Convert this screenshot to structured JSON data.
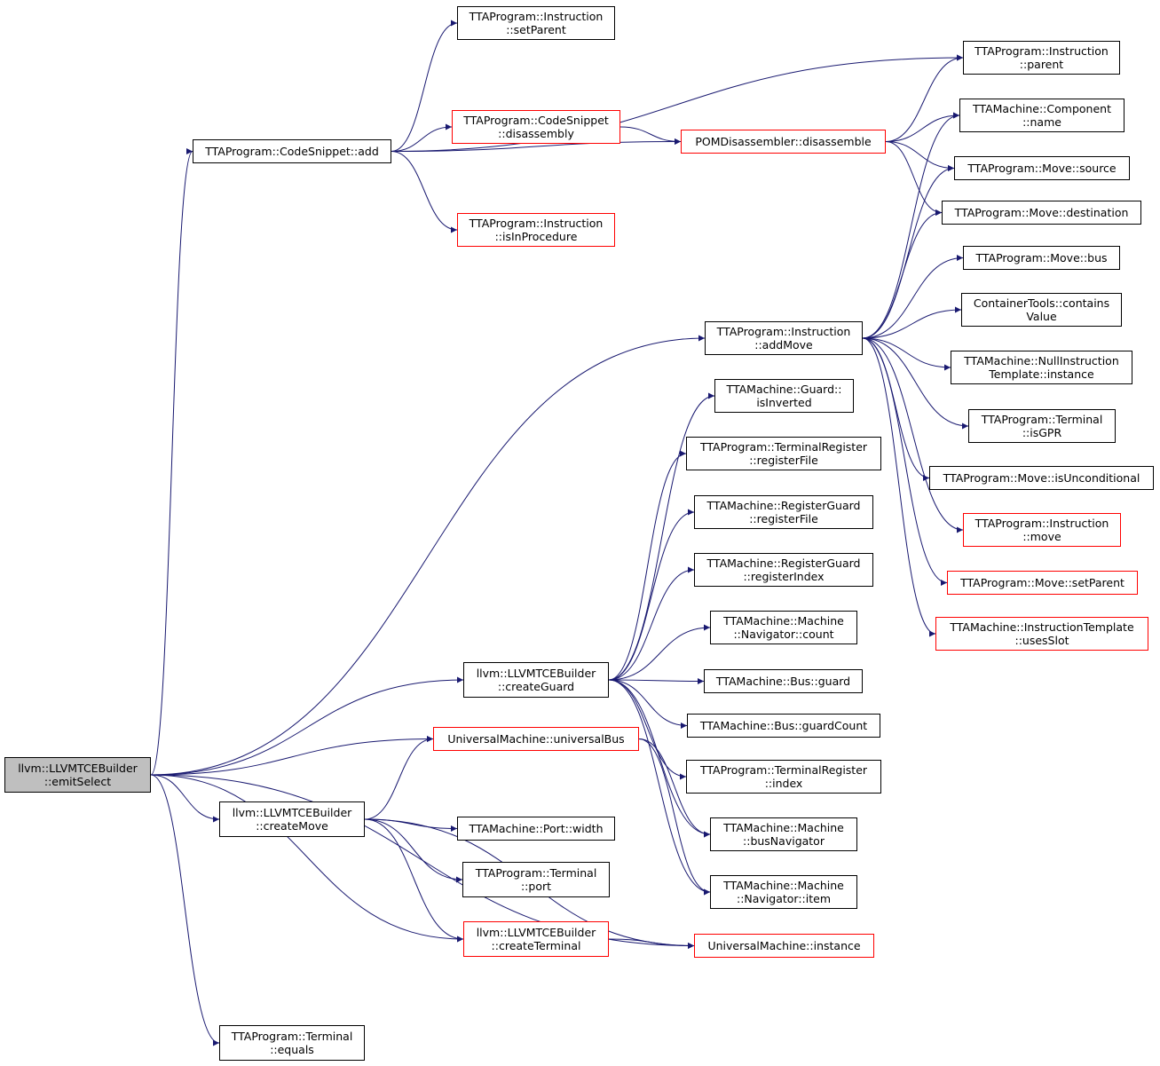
{
  "colors": {
    "edge": "#191970",
    "border_default": "#000000",
    "border_truncated": "#ff0000",
    "root_fill": "#bfbfbf"
  },
  "nodes": {
    "emitSelect": {
      "lines": [
        "llvm::LLVMTCEBuilder",
        "::emitSelect"
      ],
      "style": "root"
    },
    "codeSnippetAdd": {
      "lines": [
        "TTAProgram::CodeSnippet::add"
      ],
      "style": "normal"
    },
    "instrSetParent": {
      "lines": [
        "TTAProgram::Instruction",
        "::setParent"
      ],
      "style": "normal"
    },
    "instrParent": {
      "lines": [
        "TTAProgram::Instruction",
        "::parent"
      ],
      "style": "normal"
    },
    "codeSnippetDisassembly": {
      "lines": [
        "TTAProgram::CodeSnippet",
        "::disassembly"
      ],
      "style": "red"
    },
    "pomDisassemble": {
      "lines": [
        "POMDisassembler::disassemble"
      ],
      "style": "red"
    },
    "componentName": {
      "lines": [
        "TTAMachine::Component",
        "::name"
      ],
      "style": "normal"
    },
    "moveSource": {
      "lines": [
        "TTAProgram::Move::source"
      ],
      "style": "normal"
    },
    "moveDestination": {
      "lines": [
        "TTAProgram::Move::destination"
      ],
      "style": "normal"
    },
    "moveBus": {
      "lines": [
        "TTAProgram::Move::bus"
      ],
      "style": "normal"
    },
    "containsValue": {
      "lines": [
        "ContainerTools::contains",
        "Value"
      ],
      "style": "normal"
    },
    "nullInstrTemplate": {
      "lines": [
        "TTAMachine::NullInstruction",
        "Template::instance"
      ],
      "style": "normal"
    },
    "terminalIsGPR": {
      "lines": [
        "TTAProgram::Terminal",
        "::isGPR"
      ],
      "style": "normal"
    },
    "moveIsUnconditional": {
      "lines": [
        "TTAProgram::Move::isUnconditional"
      ],
      "style": "normal"
    },
    "instrMove": {
      "lines": [
        "TTAProgram::Instruction",
        "::move"
      ],
      "style": "red"
    },
    "moveSetParent": {
      "lines": [
        "TTAProgram::Move::setParent"
      ],
      "style": "red"
    },
    "usesSlot": {
      "lines": [
        "TTAMachine::InstructionTemplate",
        "::usesSlot"
      ],
      "style": "red"
    },
    "instrIsInProcedure": {
      "lines": [
        "TTAProgram::Instruction",
        "::isInProcedure"
      ],
      "style": "red"
    },
    "instrAddMove": {
      "lines": [
        "TTAProgram::Instruction",
        "::addMove"
      ],
      "style": "normal"
    },
    "guardIsInverted": {
      "lines": [
        "TTAMachine::Guard::",
        "isInverted"
      ],
      "style": "normal"
    },
    "termRegRegisterFile": {
      "lines": [
        "TTAProgram::TerminalRegister",
        "::registerFile"
      ],
      "style": "normal"
    },
    "regGuardRegisterFile": {
      "lines": [
        "TTAMachine::RegisterGuard",
        "::registerFile"
      ],
      "style": "normal"
    },
    "regGuardRegisterIndex": {
      "lines": [
        "TTAMachine::RegisterGuard",
        "::registerIndex"
      ],
      "style": "normal"
    },
    "navigatorCount": {
      "lines": [
        "TTAMachine::Machine",
        "::Navigator::count"
      ],
      "style": "normal"
    },
    "busGuard": {
      "lines": [
        "TTAMachine::Bus::guard"
      ],
      "style": "normal"
    },
    "busGuardCount": {
      "lines": [
        "TTAMachine::Bus::guardCount"
      ],
      "style": "normal"
    },
    "termRegIndex": {
      "lines": [
        "TTAProgram::TerminalRegister",
        "::index"
      ],
      "style": "normal"
    },
    "busNavigator": {
      "lines": [
        "TTAMachine::Machine",
        "::busNavigator"
      ],
      "style": "normal"
    },
    "navigatorItem": {
      "lines": [
        "TTAMachine::Machine",
        "::Navigator::item"
      ],
      "style": "normal"
    },
    "createGuard": {
      "lines": [
        "llvm::LLVMTCEBuilder",
        "::createGuard"
      ],
      "style": "normal"
    },
    "universalBus": {
      "lines": [
        "UniversalMachine::universalBus"
      ],
      "style": "red"
    },
    "createMove": {
      "lines": [
        "llvm::LLVMTCEBuilder",
        "::createMove"
      ],
      "style": "normal"
    },
    "portWidth": {
      "lines": [
        "TTAMachine::Port::width"
      ],
      "style": "normal"
    },
    "terminalPort": {
      "lines": [
        "TTAProgram::Terminal",
        "::port"
      ],
      "style": "normal"
    },
    "createTerminal": {
      "lines": [
        "llvm::LLVMTCEBuilder",
        "::createTerminal"
      ],
      "style": "red"
    },
    "umInstance": {
      "lines": [
        "UniversalMachine::instance"
      ],
      "style": "red"
    },
    "terminalEquals": {
      "lines": [
        "TTAProgram::Terminal",
        "::equals"
      ],
      "style": "normal"
    }
  },
  "edges": [
    [
      "emitSelect",
      "codeSnippetAdd"
    ],
    [
      "emitSelect",
      "instrAddMove"
    ],
    [
      "emitSelect",
      "createGuard"
    ],
    [
      "emitSelect",
      "universalBus"
    ],
    [
      "emitSelect",
      "createMove"
    ],
    [
      "emitSelect",
      "createTerminal"
    ],
    [
      "emitSelect",
      "umInstance"
    ],
    [
      "emitSelect",
      "terminalEquals"
    ],
    [
      "codeSnippetAdd",
      "instrSetParent"
    ],
    [
      "codeSnippetAdd",
      "instrParent"
    ],
    [
      "codeSnippetAdd",
      "codeSnippetDisassembly"
    ],
    [
      "codeSnippetAdd",
      "pomDisassemble"
    ],
    [
      "codeSnippetAdd",
      "instrIsInProcedure"
    ],
    [
      "codeSnippetDisassembly",
      "pomDisassemble"
    ],
    [
      "pomDisassemble",
      "instrParent"
    ],
    [
      "pomDisassemble",
      "componentName"
    ],
    [
      "pomDisassemble",
      "moveSource"
    ],
    [
      "pomDisassemble",
      "moveDestination"
    ],
    [
      "instrAddMove",
      "componentName"
    ],
    [
      "instrAddMove",
      "moveSource"
    ],
    [
      "instrAddMove",
      "moveDestination"
    ],
    [
      "instrAddMove",
      "moveBus"
    ],
    [
      "instrAddMove",
      "containsValue"
    ],
    [
      "instrAddMove",
      "nullInstrTemplate"
    ],
    [
      "instrAddMove",
      "terminalIsGPR"
    ],
    [
      "instrAddMove",
      "moveIsUnconditional"
    ],
    [
      "instrAddMove",
      "instrMove"
    ],
    [
      "instrAddMove",
      "moveSetParent"
    ],
    [
      "instrAddMove",
      "usesSlot"
    ],
    [
      "createGuard",
      "guardIsInverted"
    ],
    [
      "createGuard",
      "termRegRegisterFile"
    ],
    [
      "createGuard",
      "regGuardRegisterFile"
    ],
    [
      "createGuard",
      "regGuardRegisterIndex"
    ],
    [
      "createGuard",
      "navigatorCount"
    ],
    [
      "createGuard",
      "busGuard"
    ],
    [
      "createGuard",
      "busGuardCount"
    ],
    [
      "createGuard",
      "termRegIndex"
    ],
    [
      "createGuard",
      "busNavigator"
    ],
    [
      "createGuard",
      "navigatorItem"
    ],
    [
      "universalBus",
      "busNavigator"
    ],
    [
      "universalBus",
      "navigatorItem"
    ],
    [
      "createMove",
      "universalBus"
    ],
    [
      "createMove",
      "portWidth"
    ],
    [
      "createMove",
      "terminalPort"
    ],
    [
      "createMove",
      "createTerminal"
    ],
    [
      "createMove",
      "umInstance"
    ],
    [
      "createTerminal",
      "umInstance"
    ]
  ]
}
